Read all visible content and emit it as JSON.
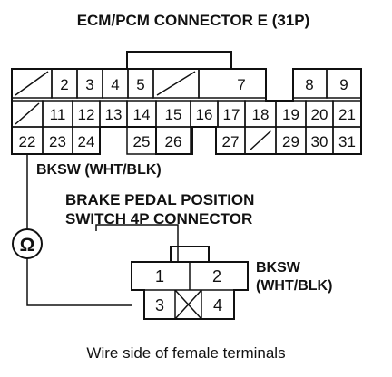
{
  "title": "ECM/PCM CONNECTOR E (31P)",
  "ecm_connector": {
    "row1": [
      {
        "pin": "",
        "slash": true
      },
      {
        "pin": "2"
      },
      {
        "pin": "3"
      },
      {
        "pin": "4"
      },
      {
        "pin": "5"
      },
      {
        "pin": "",
        "slash": true
      },
      {
        "pin": "7"
      },
      {
        "pin": "8"
      },
      {
        "pin": "9"
      }
    ],
    "row2": [
      {
        "pin": "",
        "slash": true
      },
      {
        "pin": "11"
      },
      {
        "pin": "12"
      },
      {
        "pin": "13"
      },
      {
        "pin": "14"
      },
      {
        "pin": "15"
      },
      {
        "pin": "16"
      },
      {
        "pin": "17"
      },
      {
        "pin": "18"
      },
      {
        "pin": "19"
      },
      {
        "pin": "20"
      },
      {
        "pin": "21"
      }
    ],
    "row3": [
      {
        "pin": "22"
      },
      {
        "pin": "23"
      },
      {
        "pin": "24"
      },
      {
        "pin": "25"
      },
      {
        "pin": "26"
      },
      {
        "pin": "27"
      },
      {
        "pin": "",
        "slash": true
      },
      {
        "pin": "29"
      },
      {
        "pin": "30"
      },
      {
        "pin": "31"
      }
    ]
  },
  "wire_label_ecm": "BKSW (WHT/BLK)",
  "switch_title": {
    "line1": "BRAKE PEDAL POSITION",
    "line2": "SWITCH 4P CONNECTOR"
  },
  "switch_connector": {
    "pins": [
      "1",
      "2",
      "3",
      "4"
    ],
    "slashed_cell": true
  },
  "wire_label_switch": {
    "line1": "BKSW",
    "line2": "(WHT/BLK)"
  },
  "meter_symbol": "Ω",
  "footer": "Wire side of female terminals",
  "colors": {
    "ink": "#111111",
    "background": "#ffffff"
  }
}
